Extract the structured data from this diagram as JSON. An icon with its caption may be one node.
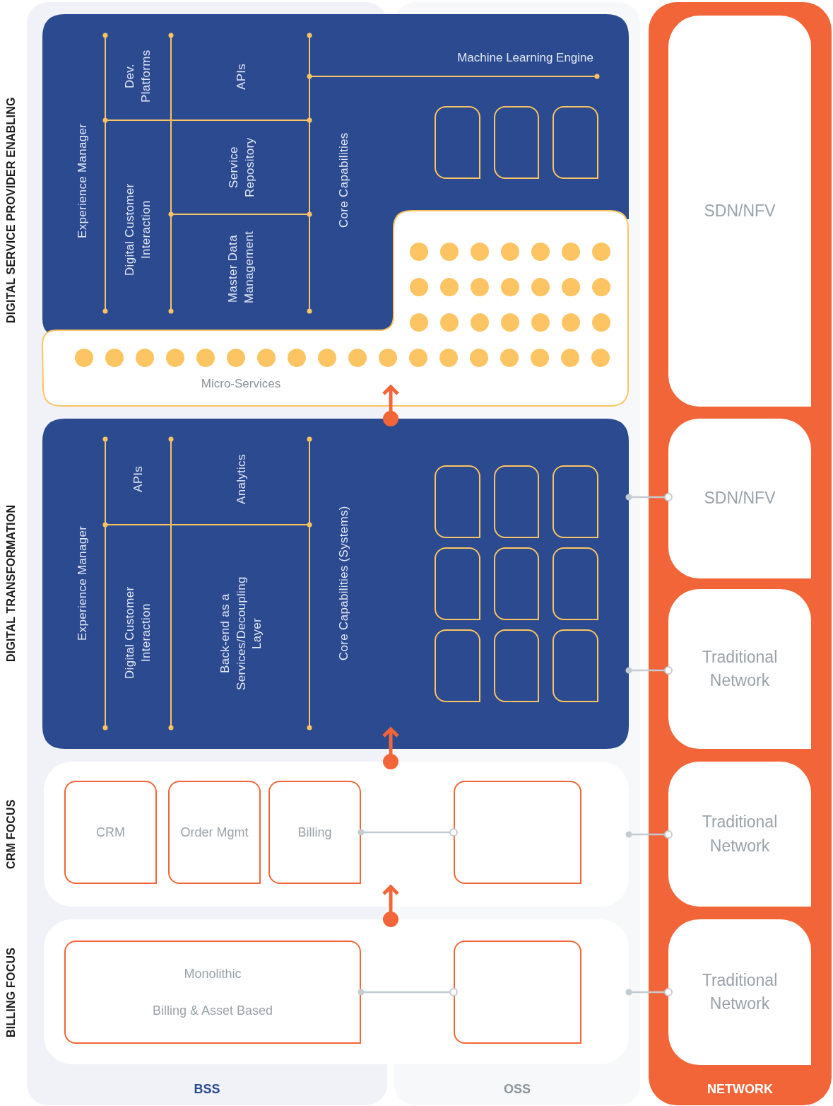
{
  "diagram": {
    "nodes": [
      {
        "text": [
          "NETWORK"
        ]
      },
      {
        "text": [
          "Experience Manager",
          "Dev. Platforms",
          "APIs",
          "Digital Customer Interaction",
          "Service Repository",
          "Master Data Management",
          "Core Capabilities",
          "Machine Learning Engine"
        ]
      },
      {
        "text": [],
        "shape": "box",
        "in": 1
      },
      {
        "text": [],
        "shape": "box",
        "in": 1
      },
      {
        "text": [],
        "shape": "box",
        "in": 1
      },
      {
        "text": [
          "Micro-Services"
        ]
      },
      {
        "text": [
          "Experience Manager",
          "APIs",
          "Analytics",
          "Digital Customer Interaction",
          "Back-end as a Services/Decoupling Layer",
          "Core Capabilities (Systems)"
        ]
      },
      {
        "text": [],
        "shape": "box",
        "in": 6
      },
      {
        "text": [],
        "shape": "box",
        "in": 6
      },
      {
        "text": [],
        "shape": "box",
        "in": 6
      },
      {
        "text": [],
        "shape": "box",
        "in": 6
      },
      {
        "text": [],
        "shape": "box",
        "in": 6
      },
      {
        "text": [],
        "shape": "box",
        "in": 6
      },
      {
        "text": [],
        "shape": "box",
        "in": 6
      },
      {
        "text": [],
        "shape": "box",
        "in": 6
      },
      {
        "text": [],
        "shape": "box",
        "in": 6
      },
      {
        "text": [],
        "shape": "box"
      },
      {
        "text": [
          "CRM"
        ],
        "in": 16
      },
      {
        "text": [
          "Order Mgmt"
        ],
        "in": 16
      },
      {
        "text": [
          "Billing"
        ],
        "in": 16
      },
      {
        "text": [],
        "shape": "box",
        "in": 16
      },
      {
        "text": [],
        "shape": "box"
      },
      {
        "text": [
          "Monolithic",
          "Billing & Asset Based"
        ],
        "in": 21
      },
      {
        "text": [],
        "shape": "box",
        "in": 21
      },
      {
        "text": [
          "SDN/NFV"
        ],
        "in": 0
      },
      {
        "text": [
          "SDN/NFV"
        ],
        "in": 0
      },
      {
        "text": [
          "Traditional Network"
        ],
        "in": 0
      },
      {
        "text": [
          "Traditional Network"
        ],
        "in": 0
      },
      {
        "text": [
          "Traditional Network"
        ],
        "in": 0
      }
    ],
    "edges": [
      {
        "from": 21,
        "to": 16,
        "arrow": "to",
        "style": "thick",
        "color": "#f26538"
      },
      {
        "from": 16,
        "to": 6,
        "arrow": "to",
        "style": "thick",
        "color": "#f26538"
      },
      {
        "from": 6,
        "to": 5,
        "arrow": "to",
        "style": "thick",
        "color": "#f26538"
      },
      {
        "from": 19,
        "to": 20,
        "arrow": "other"
      },
      {
        "from": 22,
        "to": 23,
        "arrow": "other"
      },
      {
        "from": 6,
        "to": 25,
        "arrow": "other"
      },
      {
        "from": 6,
        "to": 26,
        "arrow": "other"
      },
      {
        "from": 16,
        "to": 27,
        "arrow": "other"
      },
      {
        "from": 21,
        "to": 28,
        "arrow": "other"
      }
    ],
    "labels": [
      "DIGITAL SERVICE PROVIDER ENABLING",
      "DIGITAL TRANSFORMATION",
      "CRM FOCUS",
      "BILLING FOCUS",
      "BSS",
      "OSS"
    ]
  }
}
